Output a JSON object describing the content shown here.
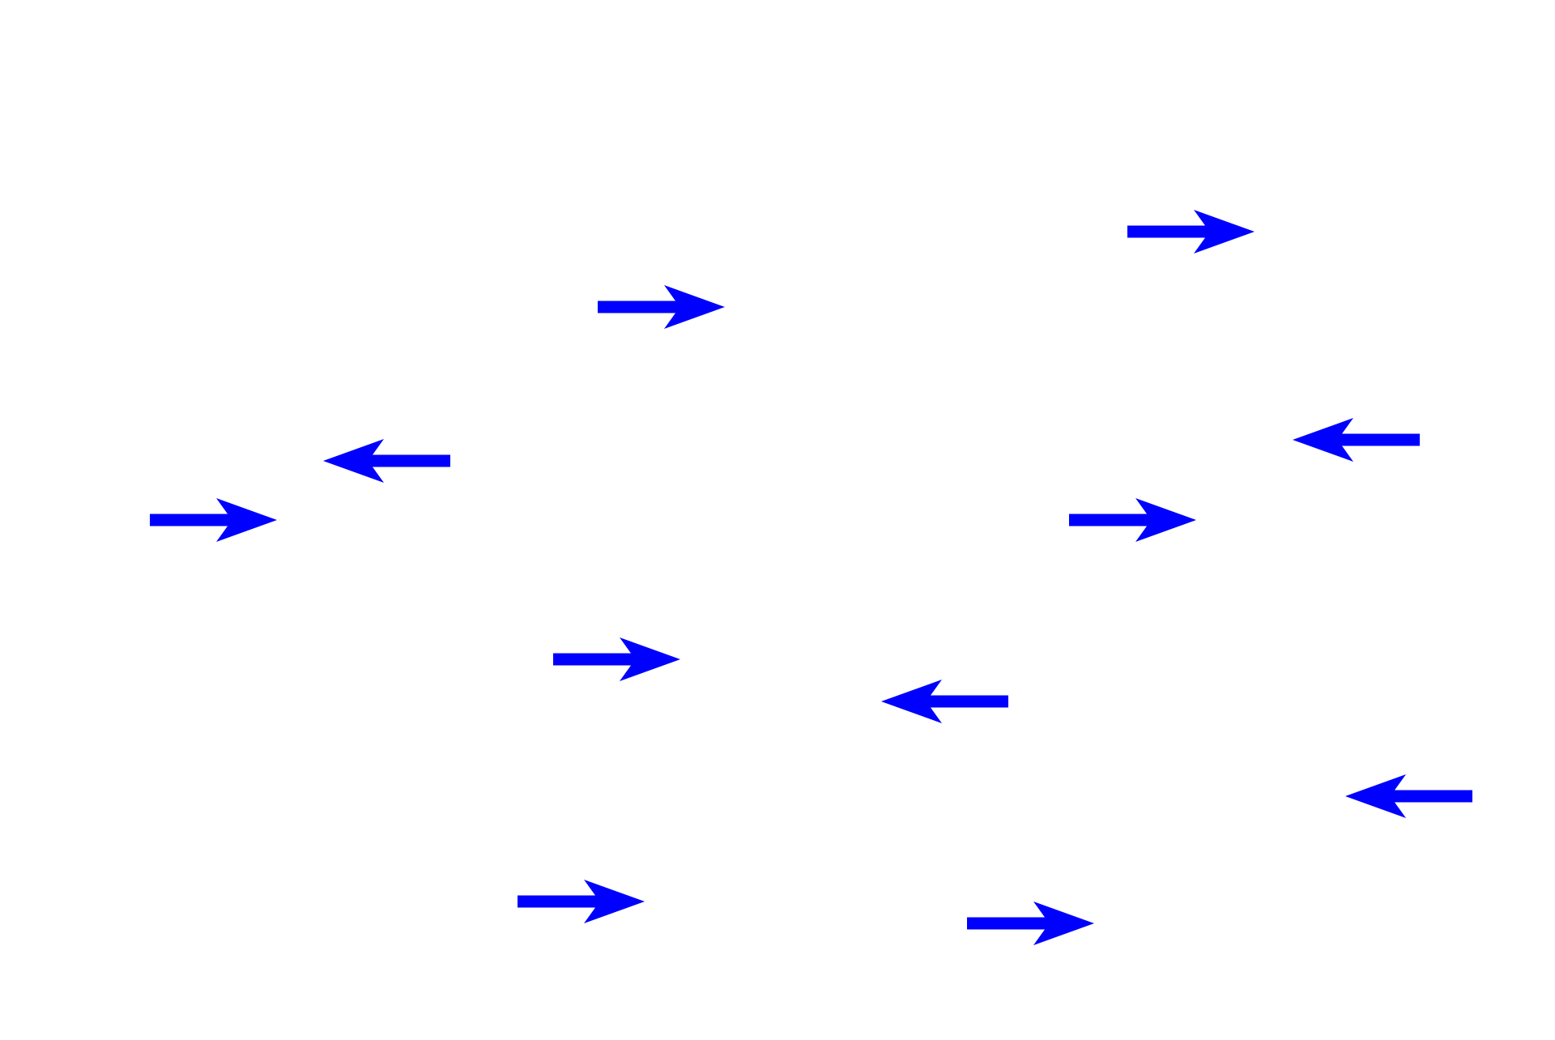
{
  "arrow_color": "#0000ff",
  "background_color": "#ffffff",
  "arrows": [
    {
      "direction": "right"
    },
    {
      "direction": "right"
    },
    {
      "direction": "left"
    },
    {
      "direction": "right"
    },
    {
      "direction": "left"
    },
    {
      "direction": "right"
    },
    {
      "direction": "right"
    },
    {
      "direction": "left"
    },
    {
      "direction": "left"
    },
    {
      "direction": "right"
    },
    {
      "direction": "right"
    }
  ]
}
